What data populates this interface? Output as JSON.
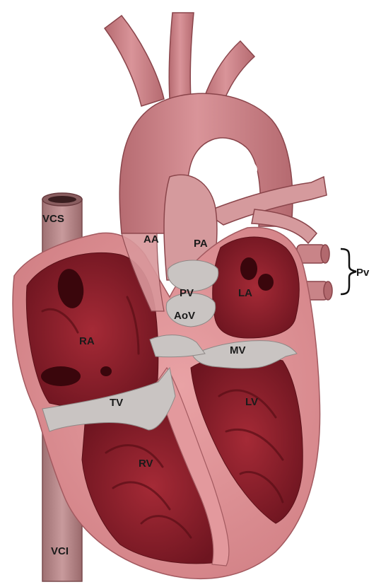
{
  "diagram": {
    "labels": {
      "vcs": "VCS",
      "vci": "VCI",
      "aa": "AA",
      "pa": "PA",
      "pv": "PV",
      "aov": "AoV",
      "la": "LA",
      "ra": "RA",
      "mv": "MV",
      "tv": "TV",
      "lv": "LV",
      "rv": "RV",
      "pv_veins": "Pv"
    },
    "colors": {
      "outer_wall": "#dd8a8e",
      "vessel": "#c97f83",
      "chamber": "#8e1d27",
      "chamber_dark": "#5a0e16",
      "valve": "#c8c2c0",
      "vena_cava": "#b8888a",
      "outline": "#7d3a40"
    }
  }
}
